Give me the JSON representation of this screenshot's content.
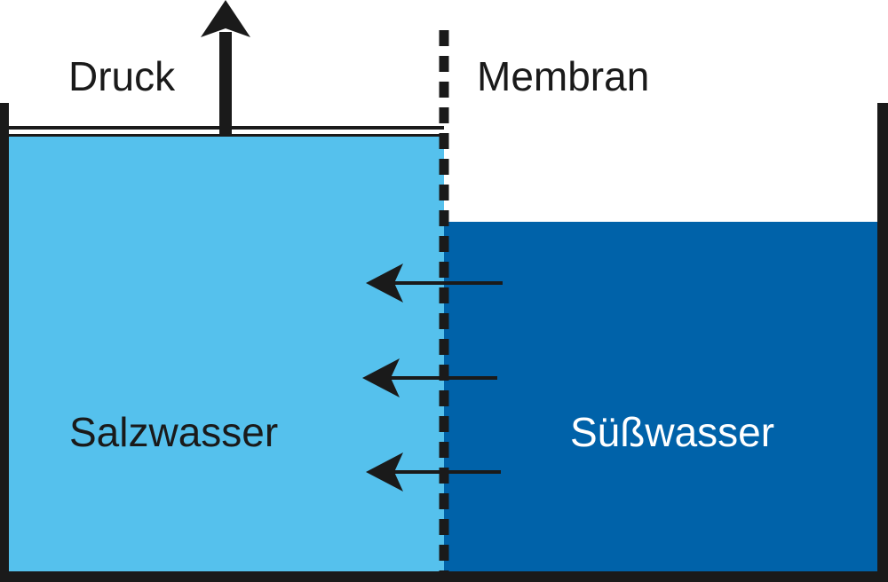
{
  "labels": {
    "pressure": "Druck",
    "membrane": "Membran",
    "salt_water": "Salzwasser",
    "fresh_water": "Süßwasser"
  },
  "colors": {
    "salt_water": "#55c1ed",
    "fresh_water": "#0062a9",
    "outline": "#1a1a1a",
    "background": "#ffffff"
  },
  "icons": {
    "pressure_arrow": "arrow-up-icon",
    "flow_arrows": "arrow-left-icon"
  }
}
